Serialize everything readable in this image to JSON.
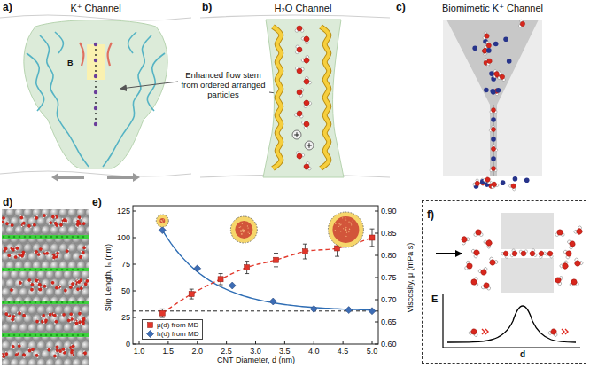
{
  "diagram": {
    "nodes": [
      {
        "text": [
          "f)"
        ]
      }
    ],
    "labels": [
      "a)",
      "K⁺ Channel",
      "B",
      "Enhanced flow stem from ordered arranged particles",
      "b)",
      "H₂O Channel",
      "c)",
      "Biomimetic K⁺ Channel",
      "d)",
      "e)",
      "Slip Length, lₛ (nm)",
      "Viscosity, μ (mPa s)",
      "CNT Diameter, d (nm)",
      "0",
      "25",
      "50",
      "75",
      "100",
      "125",
      "0.60",
      "0.65",
      "0.70",
      "0.75",
      "0.80",
      "0.85",
      "0.90",
      "1.0",
      "1.5",
      "2.0",
      "2.5",
      "3.0",
      "3.5",
      "4.0",
      "4.5",
      "5.0",
      "E",
      "d"
    ],
    "legend": [
      {
        "text": "μ(d) from MD"
      },
      {
        "text": "lₛ(d) from MD"
      }
    ]
  }
}
